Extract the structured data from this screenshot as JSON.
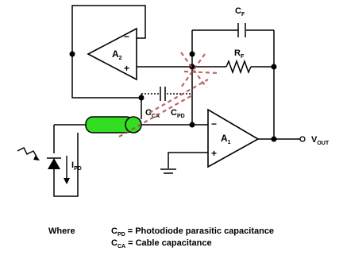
{
  "labels": {
    "cf_main": "C",
    "cf_sub": "F",
    "rf_main": "R",
    "rf_sub": "F",
    "a2_main": "A",
    "a2_sub": "2",
    "a1_main": "A",
    "a1_sub": "1",
    "cca_main": "C",
    "cca_sub": "CA",
    "cpd_main": "C",
    "cpd_sub": "PD",
    "ipd_main": "I",
    "ipd_sub": "PD",
    "vout_main": "V",
    "vout_sub": "OUT",
    "minus": "−",
    "plus": "+"
  },
  "legend": {
    "where": "Where",
    "line1_sym": "C",
    "line1_sub": "PD",
    "line1_text": " = Photodiode parasitic capacitance",
    "line2_sym": "C",
    "line2_sub": "CA",
    "line2_text": " = Cable capacitance"
  },
  "colors": {
    "cable": "#33dd22",
    "annotation": "#b04040"
  }
}
